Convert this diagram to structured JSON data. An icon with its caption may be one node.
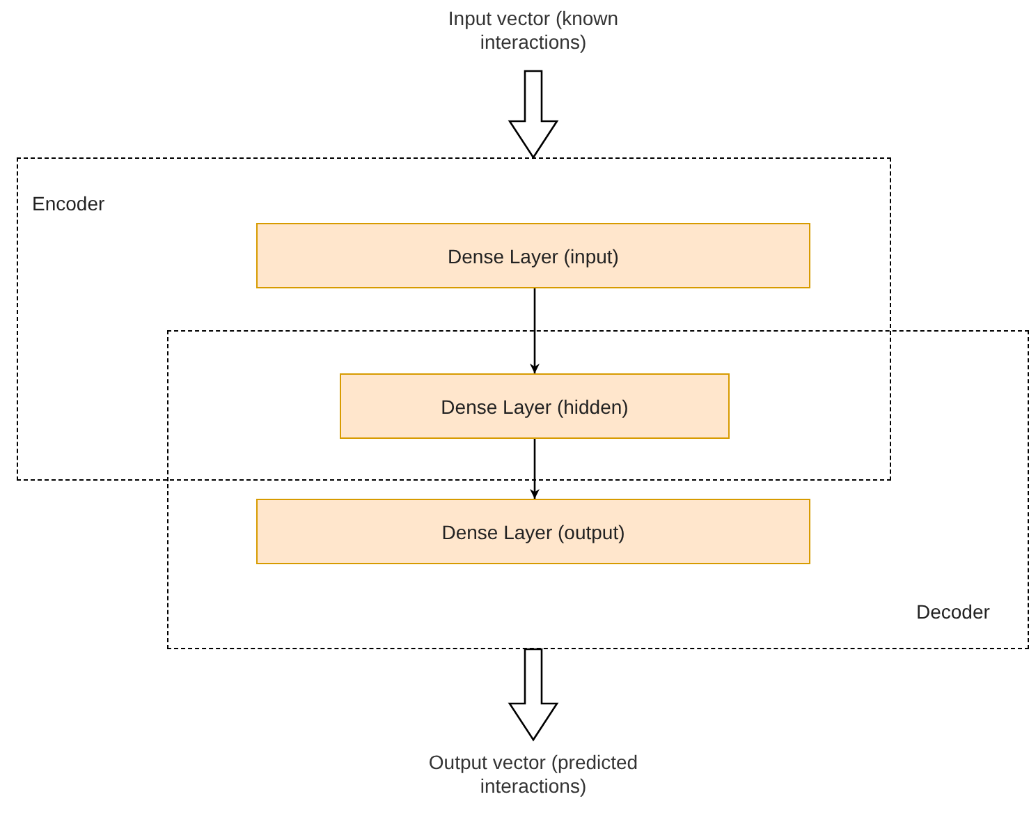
{
  "diagram": {
    "nodes": [
      {
        "text": [
          "Input vector (known interactions)"
        ]
      },
      {
        "text": [
          "Encoder"
        ]
      },
      {
        "text": [
          "Decoder"
        ]
      },
      {
        "text": [
          "Dense Layer (input)"
        ],
        "in": 1
      },
      {
        "text": [
          "Dense Layer (hidden)"
        ]
      },
      {
        "text": [
          "Dense Layer (output)"
        ],
        "in": 2
      },
      {
        "text": [
          "Output vector (predicted interactions)"
        ]
      }
    ],
    "edges": [
      {
        "from": 0,
        "to": 1,
        "arrow": "to",
        "style": "thick"
      },
      {
        "from": 3,
        "to": 4,
        "arrow": "to"
      },
      {
        "from": 4,
        "to": 5,
        "arrow": "to"
      },
      {
        "from": 2,
        "to": 6,
        "arrow": "to",
        "style": "thick"
      }
    ]
  }
}
